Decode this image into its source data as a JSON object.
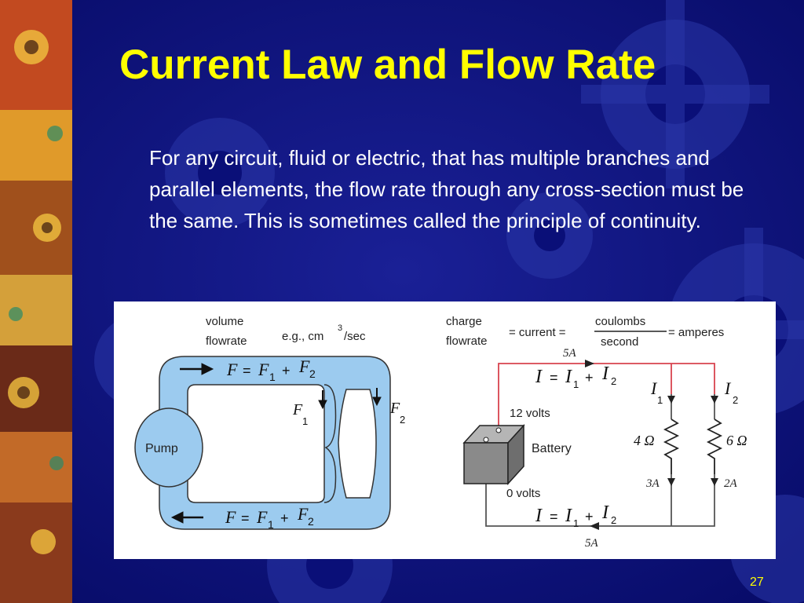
{
  "slide": {
    "title": "Current Law and Flow Rate",
    "body": "For any circuit, fluid or electric, that has multiple branches and parallel elements, the flow rate through any cross-section must be the same. This is sometimes called the principle of continuity.",
    "page_number": "27"
  },
  "figure": {
    "fluid": {
      "volume_label": "volume",
      "flowrate_label": "flowrate",
      "units_label": "e.g., cm",
      "units_superscript": "3",
      "units_suffix": "/sec",
      "pump_label": "Pump",
      "F": "F",
      "sub1": "1",
      "sub2": "2",
      "eq": "=",
      "plus": "+"
    },
    "electric": {
      "charge_label": "charge",
      "flowrate_label": "flowrate",
      "eq_current": "= current =",
      "coulombs": "coulombs",
      "second": "second",
      "eq_amperes": "= amperes",
      "top_current": "5A",
      "bottom_current": "5A",
      "I": "I",
      "eq": "=",
      "plus": "+",
      "sub1": "1",
      "sub2": "2",
      "volts_high": "12 volts",
      "volts_low": "0 volts",
      "battery_label": "Battery",
      "r1": "4 Ω",
      "r2": "6 Ω",
      "i1_value": "3A",
      "i2_value": "2A"
    }
  }
}
